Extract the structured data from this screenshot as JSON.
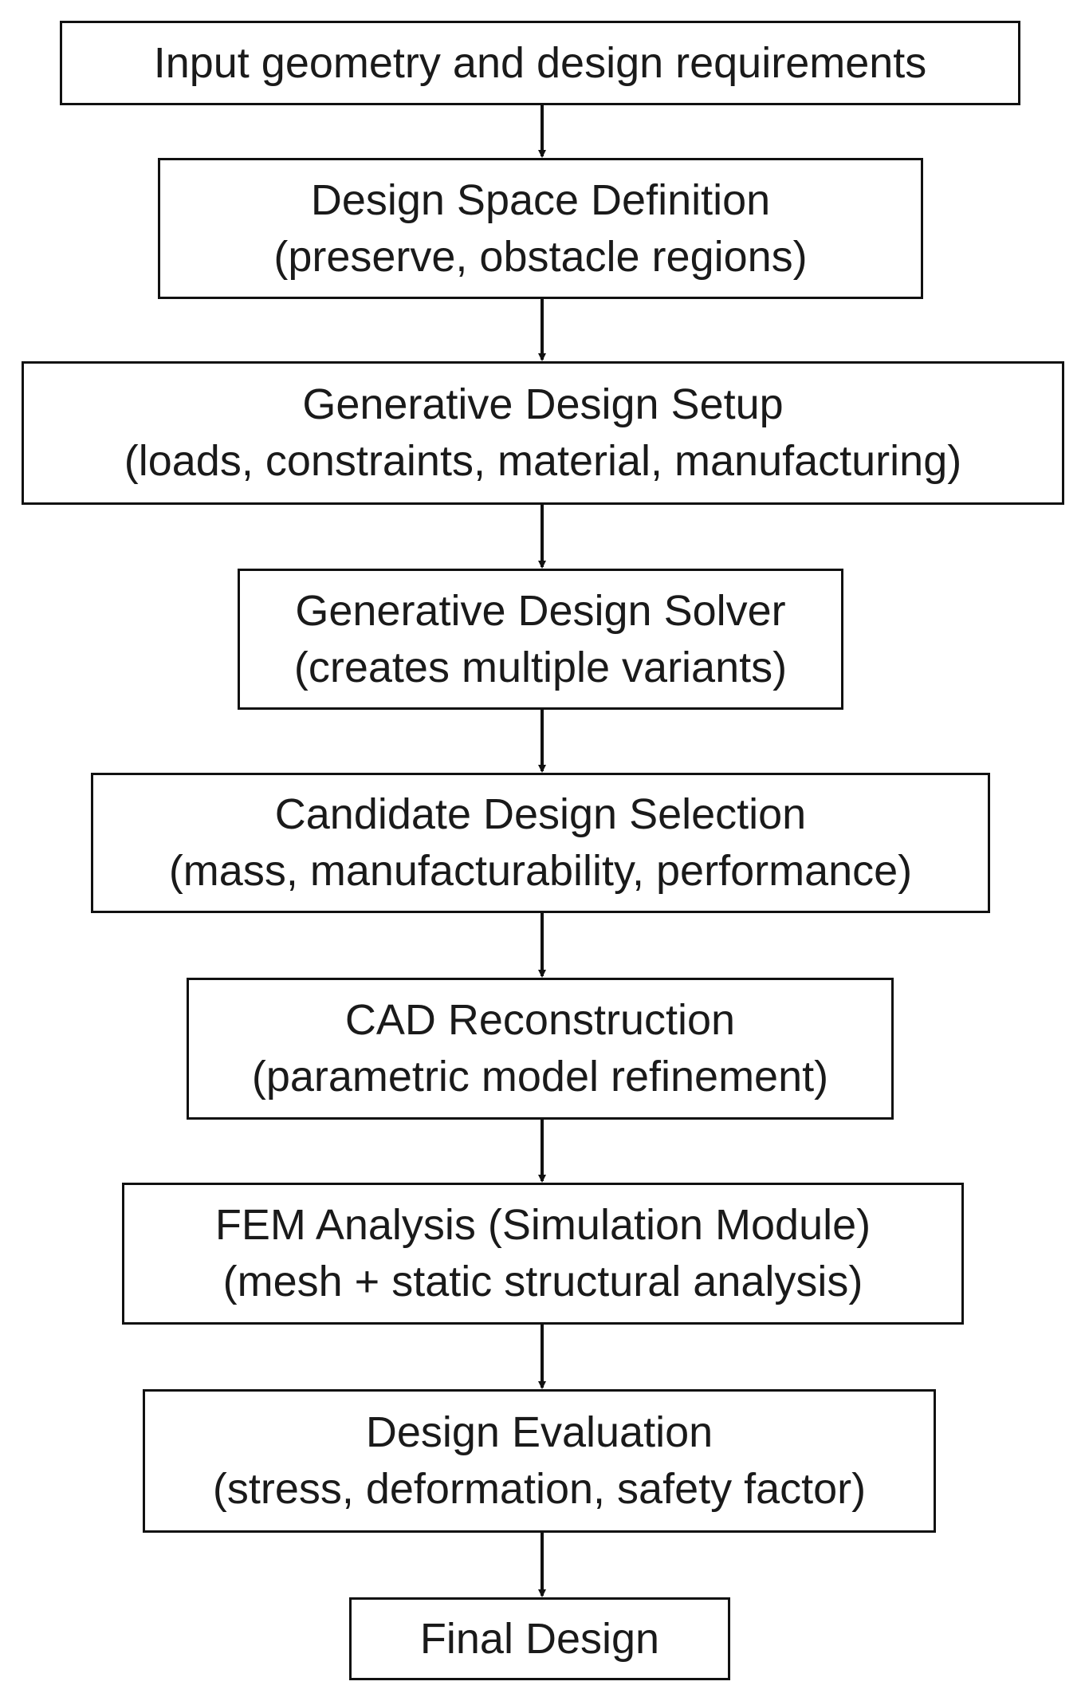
{
  "flowchart": {
    "steps": [
      {
        "lines": [
          "Input geometry and design requirements"
        ]
      },
      {
        "lines": [
          "Design Space Definition",
          "(preserve, obstacle regions)"
        ]
      },
      {
        "lines": [
          "Generative Design Setup",
          "(loads, constraints, material, manufacturing)"
        ]
      },
      {
        "lines": [
          "Generative Design Solver",
          "(creates multiple variants)"
        ]
      },
      {
        "lines": [
          "Candidate Design Selection",
          "(mass, manufacturability, performance)"
        ]
      },
      {
        "lines": [
          "CAD Reconstruction",
          "(parametric model refinement)"
        ]
      },
      {
        "lines": [
          "FEM Analysis (Simulation Module)",
          "(mesh + static structural analysis)"
        ]
      },
      {
        "lines": [
          "Design Evaluation",
          "(stress, deformation, safety factor)"
        ]
      },
      {
        "lines": [
          "Final Design"
        ]
      }
    ],
    "colors": {
      "stroke": "#111111",
      "text": "#1a1a1a",
      "background": "#ffffff"
    }
  }
}
